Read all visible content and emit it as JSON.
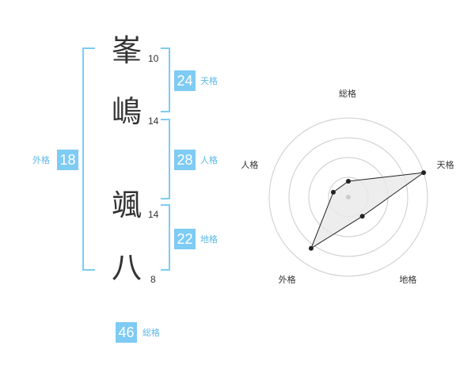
{
  "name": {
    "characters": [
      {
        "char": "峯",
        "strokes": "10"
      },
      {
        "char": "嶋",
        "strokes": "14"
      },
      {
        "char": "颯",
        "strokes": "14"
      },
      {
        "char": "八",
        "strokes": "8"
      }
    ]
  },
  "fortune": {
    "tenkaku": {
      "label": "天格",
      "value": "24"
    },
    "jinkaku": {
      "label": "人格",
      "value": "28"
    },
    "chikaku": {
      "label": "地格",
      "value": "22"
    },
    "gaikaku": {
      "label": "外格",
      "value": "18"
    },
    "soukaku": {
      "label": "総格",
      "value": "46"
    }
  },
  "colors": {
    "accent": "#7ecbf3",
    "label": "#5bb8e8",
    "text": "#333333",
    "grid": "#cccccc",
    "fill": "#e8e8e8"
  },
  "chart_data": {
    "type": "radar",
    "axes": [
      "総格",
      "天格",
      "地格",
      "外格",
      "人格"
    ],
    "values": [
      1,
      5,
      1.5,
      4,
      1
    ],
    "range": [
      0,
      5
    ],
    "rings": 4
  }
}
